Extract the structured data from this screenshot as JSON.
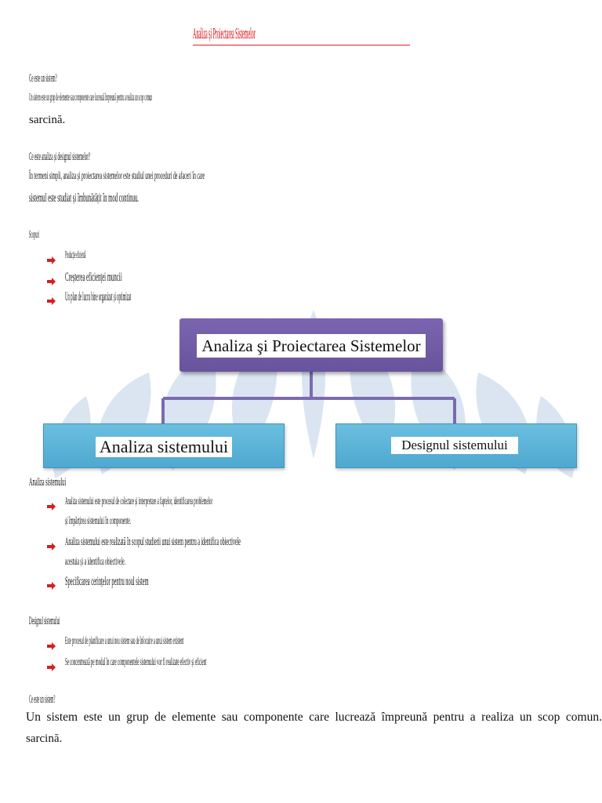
{
  "title": "Analiza și Proiectarea Sistemelor",
  "section1": {
    "heading": "Ce este un sistem?",
    "line1": "Un sistem este un grup de elemente sau componente care lucrează împreună pentru a realiza un scop comun",
    "line2": "sarcină."
  },
  "section2": {
    "heading": "Ce este analiza și designul sistemelor?",
    "line1": "În termeni simpli, analiza și proiectarea sistemelor este studiul unei proceduri de afaceri în care",
    "line2": "sistemul este studiat și îmbunătățit în mod continuu."
  },
  "section3": {
    "heading": "Scopuri",
    "items": [
      "Producție eficientă",
      "Creșterea eficienței muncii",
      "Un plan de lucru bine organizat și optimizat"
    ]
  },
  "diagram": {
    "root": "Analiza şi Proiectarea Sistemelor",
    "left": "Analiza sistemului",
    "right": "Designul sistemului"
  },
  "section4": {
    "heading": "Analiza sistemului",
    "items": [
      {
        "line1": "Analiza sistemului este procesul de colectare și interpretare a faptelor, identificarea problemelor",
        "line2": "și împărțirea sistemului în componente."
      },
      {
        "line1": "Analiza sistemului este realizată în scopul studierii unui sistem pentru a identifica obiectivele",
        "line2": "acestuia și a identifica obiectivele."
      },
      {
        "line1": "Specificarea cerințelor pentru noul sistem",
        "line2": ""
      }
    ]
  },
  "section5": {
    "heading": "Designul sistemului",
    "items": [
      "Este procesul de planificare a unui nou sistem sau de înlocuire a unui sistem existent",
      "Se concentrează pe modul în care componentele sistemului vor fi realizate efectiv și eficient"
    ]
  },
  "section6": {
    "heading": "Ce este un sistem?",
    "line1": "Un sistem este un grup de elemente sau componente care lucrează împreună pentru a realiza un scop comun.",
    "line2": "sarcină."
  },
  "colors": {
    "title": "#d40000",
    "bullet": "#d42020",
    "root_box": "#7060a8",
    "child_box": "#5ab3d9",
    "connector": "#7c6ab0"
  }
}
